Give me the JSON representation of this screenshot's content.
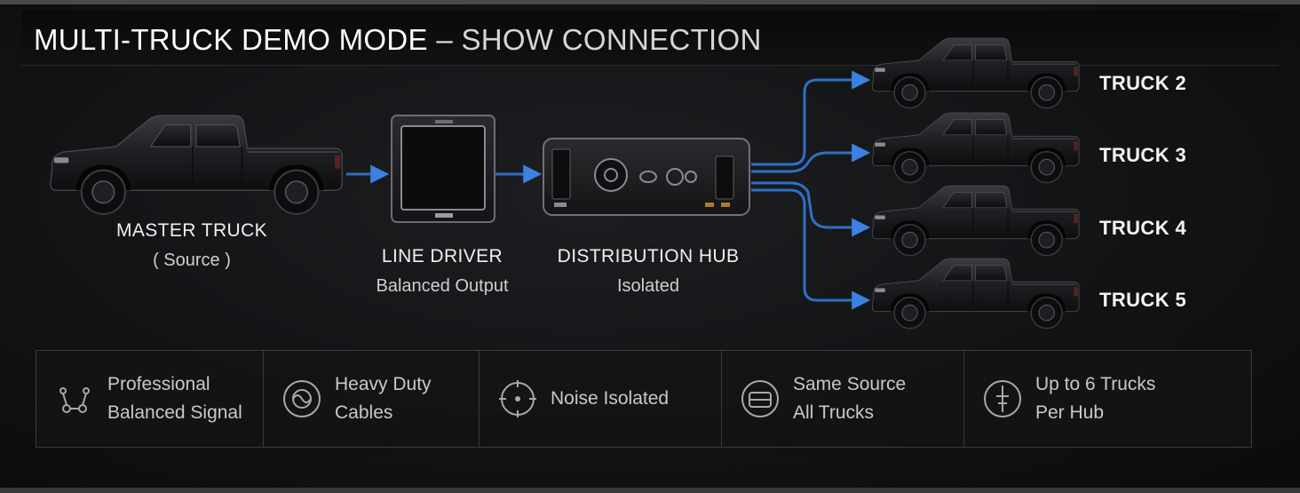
{
  "title": {
    "main": "MULTI-TRUCK DEMO MODE",
    "separator": "–",
    "sub": "SHOW CONNECTION"
  },
  "nodes": {
    "master": {
      "line1": "MASTER TRUCK",
      "line2": "( Source )"
    },
    "line_driver": {
      "line1": "LINE DRIVER",
      "line2": "Balanced Output"
    },
    "hub": {
      "line1": "DISTRIBUTION HUB",
      "line2": "Isolated"
    }
  },
  "trucks": [
    "TRUCK 2",
    "TRUCK 3",
    "TRUCK 4",
    "TRUCK 5"
  ],
  "features": [
    {
      "icon": "balanced-signal-icon",
      "line1": "Professional",
      "line2": "Balanced Signal"
    },
    {
      "icon": "cable-icon",
      "line1": "Heavy Duty",
      "line2": "Cables"
    },
    {
      "icon": "noise-isolation-icon",
      "line1": "Noise Isolated",
      "line2": ""
    },
    {
      "icon": "truck-front-icon",
      "line1": "Same Source",
      "line2": "All Trucks"
    },
    {
      "icon": "hub-icon",
      "line1": "Up to 6 Trucks",
      "line2": "Per Hub"
    }
  ],
  "colors": {
    "connector": "#2f6fc4",
    "background": "#121315",
    "truck_body": "#1c1d20"
  }
}
